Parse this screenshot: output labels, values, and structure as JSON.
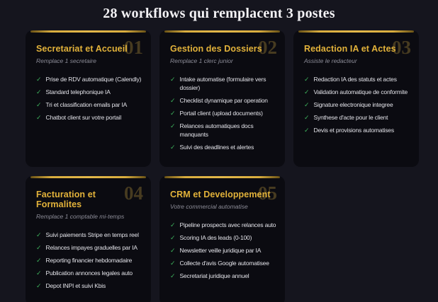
{
  "page": {
    "title": "28 workflows qui remplacent 3 postes",
    "colors": {
      "background": "#15151e",
      "card_background": "#0b0b11",
      "accent_gold": "#e2b23a",
      "number_gold_faded": "#473b20",
      "check_green": "#3db25c",
      "body_text": "#e2e2e8",
      "muted_text": "#8d8d98"
    }
  },
  "icons": {
    "check": "✓"
  },
  "cards": [
    {
      "number": "01",
      "title": "Secretariat et Accueil",
      "subtitle": "Remplace 1 secretaire",
      "items": [
        "Prise de RDV automatique (Calendly)",
        "Standard telephonique IA",
        "Tri et classification emails par IA",
        "Chatbot client sur votre portail"
      ]
    },
    {
      "number": "02",
      "title": "Gestion des Dossiers",
      "subtitle": "Remplace 1 clerc junior",
      "items": [
        "Intake automatise (formulaire vers dossier)",
        "Checklist dynamique par operation",
        "Portail client (upload documents)",
        "Relances automatiques docs manquants",
        "Suivi des deadlines et alertes"
      ]
    },
    {
      "number": "03",
      "title": "Redaction IA et Actes",
      "subtitle": "Assiste le redacteur",
      "items": [
        "Redaction IA des statuts et actes",
        "Validation automatique de conformite",
        "Signature electronique integree",
        "Synthese d'acte pour le client",
        "Devis et provisions automatises"
      ]
    },
    {
      "number": "04",
      "title": "Facturation et Formalites",
      "subtitle": "Remplace 1 comptable mi-temps",
      "items": [
        "Suivi paiements Stripe en temps reel",
        "Relances impayes graduelles par IA",
        "Reporting financier hebdomadaire",
        "Publication annonces legales auto",
        "Depot INPI et suivi Kbis"
      ]
    },
    {
      "number": "05",
      "title": "CRM et Developpement",
      "subtitle": "Votre commercial automatise",
      "items": [
        "Pipeline prospects avec relances auto",
        "Scoring IA des leads (0-100)",
        "Newsletter veille juridique par IA",
        "Collecte d'avis Google automatisee",
        "Secretariat juridique annuel"
      ]
    }
  ]
}
